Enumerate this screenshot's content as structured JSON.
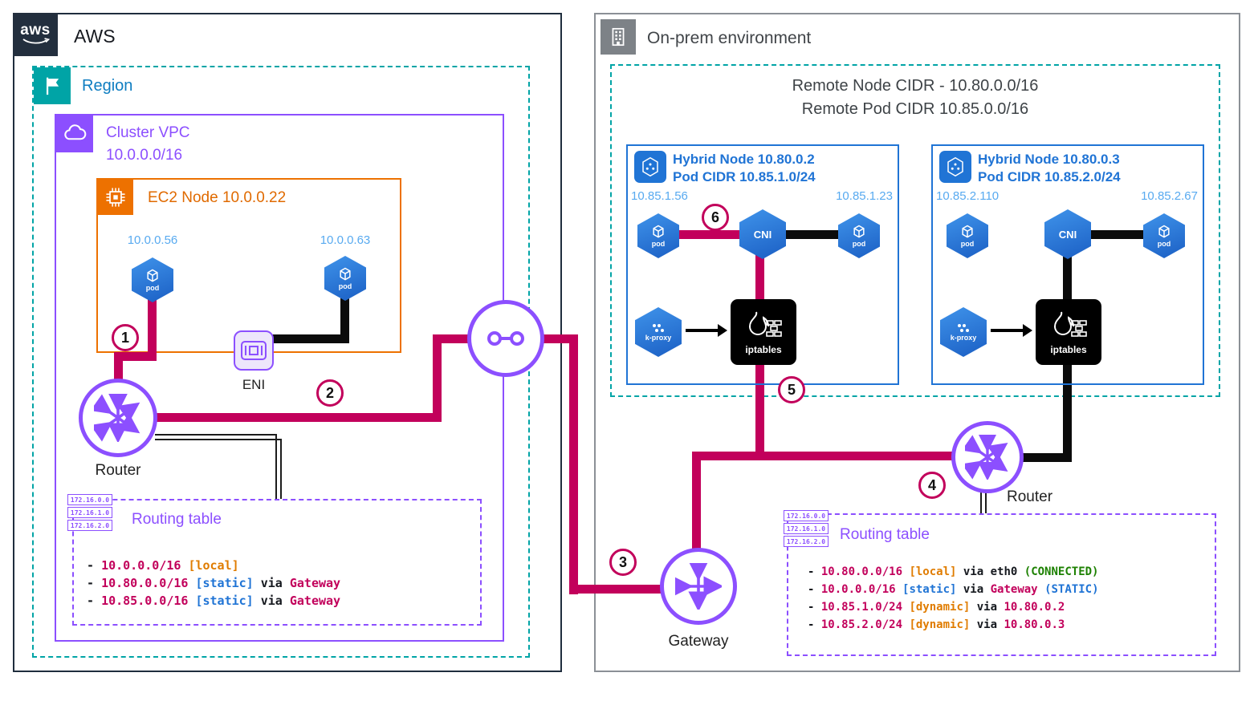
{
  "colors": {
    "pink": "#C2005B",
    "purple": "#8C4FFF",
    "teal": "#00A4A6",
    "orange": "#ED7100",
    "blue": "#2074D5",
    "light_blue": "#58AAF0",
    "green": "#1D8102",
    "navy": "#232F3E"
  },
  "aws": {
    "logo_text": "aws",
    "title": "AWS",
    "region_label": "Region",
    "vpc_label": "Cluster VPC",
    "vpc_cidr": "10.0.0.0/16",
    "ec2_label": "EC2 Node 10.0.0.22",
    "pod1_ip": "10.0.0.56",
    "pod2_ip": "10.0.0.63",
    "pod_label": "pod",
    "eni_label": "ENI",
    "router_label": "Router",
    "routing_table": {
      "label": "Routing table",
      "icon_rows": [
        "172.16.0.0",
        "172.16.1.0",
        "172.16.2.0"
      ],
      "entries": [
        [
          {
            "t": "- ",
            "c": "k"
          },
          {
            "t": "10.0.0.0/16",
            "c": "p"
          },
          {
            "t": " ",
            "c": "k"
          },
          {
            "t": "[local]",
            "c": "o"
          }
        ],
        [
          {
            "t": "- ",
            "c": "k"
          },
          {
            "t": "10.80.0.0/16",
            "c": "p"
          },
          {
            "t": " ",
            "c": "k"
          },
          {
            "t": "[static]",
            "c": "b"
          },
          {
            "t": " via ",
            "c": "k"
          },
          {
            "t": "Gateway",
            "c": "p"
          }
        ],
        [
          {
            "t": "- ",
            "c": "k"
          },
          {
            "t": "10.85.0.0/16",
            "c": "p"
          },
          {
            "t": " ",
            "c": "k"
          },
          {
            "t": "[static]",
            "c": "b"
          },
          {
            "t": " via ",
            "c": "k"
          },
          {
            "t": "Gateway",
            "c": "p"
          }
        ]
      ]
    }
  },
  "onprem": {
    "title": "On-prem environment",
    "cidr_line1": "Remote Node CIDR - 10.80.0.0/16",
    "cidr_line2": "Remote Pod CIDR 10.85.0.0/16",
    "nodes": [
      {
        "title": "Hybrid Node 10.80.0.2",
        "subtitle": "Pod CIDR 10.85.1.0/24",
        "ip_left": "10.85.1.56",
        "ip_right": "10.85.1.23",
        "cni": "CNI",
        "kproxy": "k-proxy",
        "iptables": "iptables",
        "pod": "pod"
      },
      {
        "title": "Hybrid Node 10.80.0.3",
        "subtitle": "Pod CIDR 10.85.2.0/24",
        "ip_left": "10.85.2.110",
        "ip_right": "10.85.2.67",
        "cni": "CNI",
        "kproxy": "k-proxy",
        "iptables": "iptables",
        "pod": "pod"
      }
    ],
    "gateway_label": "Gateway",
    "router_label": "Router",
    "routing_table": {
      "label": "Routing table",
      "icon_rows": [
        "172.16.0.0",
        "172.16.1.0",
        "172.16.2.0"
      ],
      "entries": [
        [
          {
            "t": "- ",
            "c": "k"
          },
          {
            "t": "10.80.0.0/16",
            "c": "p"
          },
          {
            "t": " ",
            "c": "k"
          },
          {
            "t": "[local]",
            "c": "o"
          },
          {
            "t": " via eth0 ",
            "c": "k"
          },
          {
            "t": "(CONNECTED)",
            "c": "g"
          }
        ],
        [
          {
            "t": "- ",
            "c": "k"
          },
          {
            "t": "10.0.0.0/16",
            "c": "p"
          },
          {
            "t": " ",
            "c": "k"
          },
          {
            "t": "[static]",
            "c": "b"
          },
          {
            "t": " via ",
            "c": "k"
          },
          {
            "t": "Gateway",
            "c": "p"
          },
          {
            "t": " ",
            "c": "k"
          },
          {
            "t": "(STATIC)",
            "c": "b"
          }
        ],
        [
          {
            "t": "- ",
            "c": "k"
          },
          {
            "t": "10.85.1.0/24",
            "c": "p"
          },
          {
            "t": " ",
            "c": "k"
          },
          {
            "t": "[dynamic]",
            "c": "o"
          },
          {
            "t": " via ",
            "c": "k"
          },
          {
            "t": "10.80.0.2",
            "c": "p"
          }
        ],
        [
          {
            "t": "- ",
            "c": "k"
          },
          {
            "t": "10.85.2.0/24",
            "c": "p"
          },
          {
            "t": " ",
            "c": "k"
          },
          {
            "t": "[dynamic]",
            "c": "o"
          },
          {
            "t": " via ",
            "c": "k"
          },
          {
            "t": "10.80.0.3",
            "c": "p"
          }
        ]
      ]
    }
  },
  "badges": {
    "b1": "1",
    "b2": "2",
    "b3": "3",
    "b4": "4",
    "b5": "5",
    "b6": "6"
  }
}
